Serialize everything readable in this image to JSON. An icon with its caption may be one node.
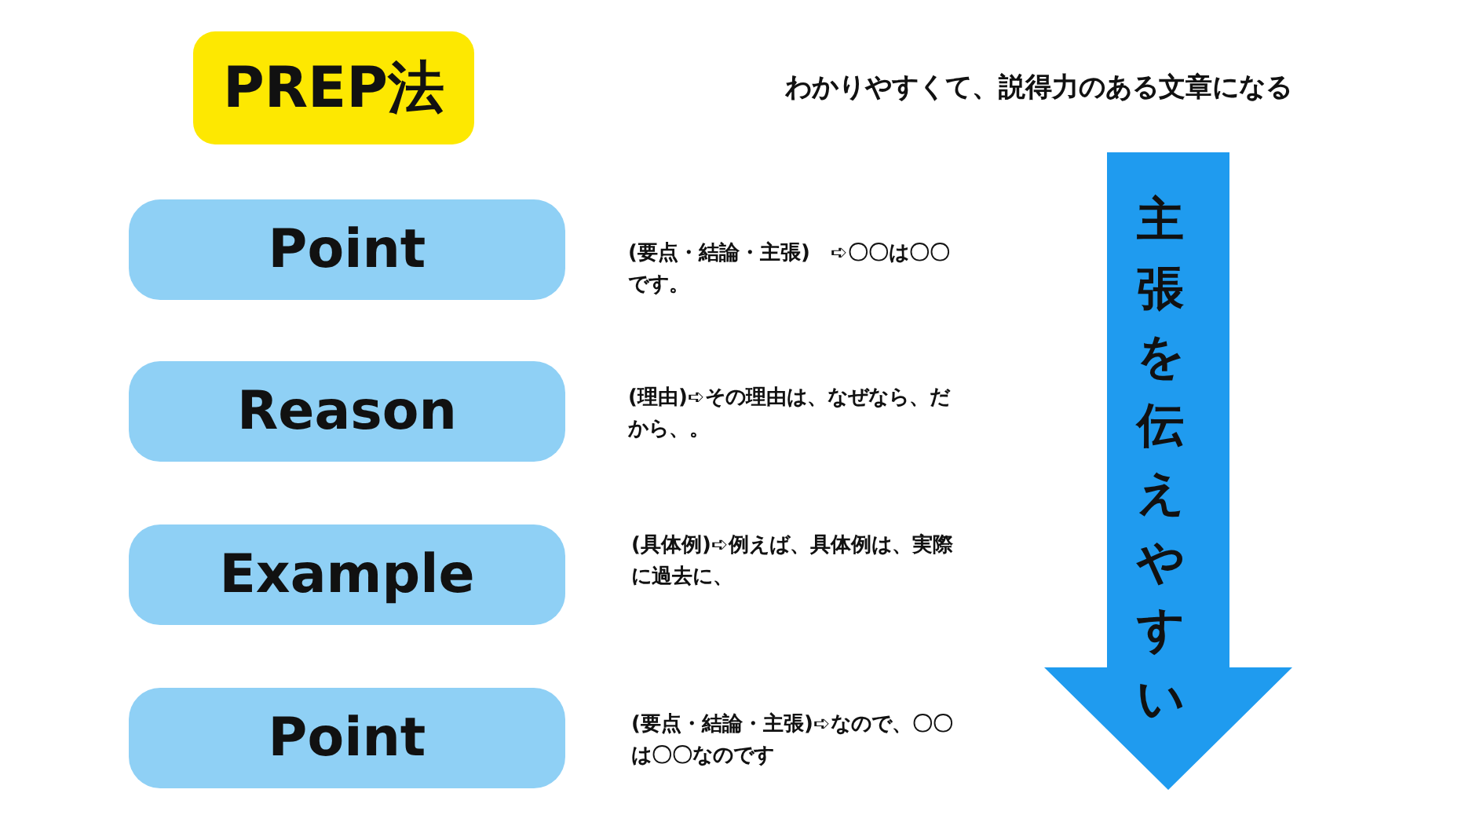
{
  "diagram": {
    "title": "PREP法",
    "nodes": [
      {
        "text": [
          "Point"
        ],
        "beside": [
          "(要点・結論・主張)　➪〇〇は〇〇です。"
        ]
      },
      {
        "text": [
          "Reason"
        ],
        "beside": [
          "(理由)➪その理由は、なぜなら、だから、。"
        ]
      },
      {
        "text": [
          "Example"
        ],
        "beside": [
          "(具体例)➪例えば、具体例は、実際に過去に、"
        ]
      },
      {
        "text": [
          "Point"
        ],
        "beside": [
          "(要点・結論・主張)➪なので、〇〇は〇〇なのです"
        ]
      },
      {
        "text": [
          "主張を伝えやすい"
        ]
      }
    ],
    "labels": [
      "わかりやすくて、説得力のある文章になる"
    ]
  }
}
